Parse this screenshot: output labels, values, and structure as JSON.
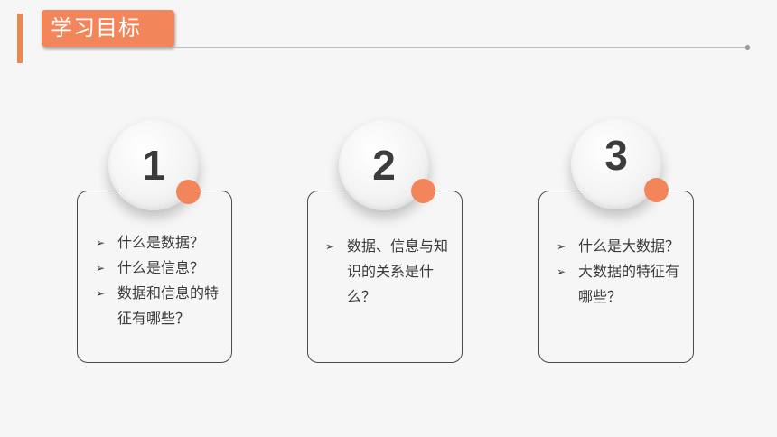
{
  "header": {
    "title": "学习目标"
  },
  "cards": [
    {
      "number": "1",
      "bullets": [
        "什么是数据？",
        "什么是信息？",
        "数据和信息的特征有哪些？"
      ]
    },
    {
      "number": "2",
      "bullets": [
        "数据、信息与知识的关系是什么？"
      ]
    },
    {
      "number": "3",
      "bullets": [
        "什么是大数据？",
        "大数据的特征有哪些？"
      ]
    }
  ],
  "colors": {
    "accent": "#f3855a",
    "text": "#3a3a3a",
    "background": "#f6f6f6"
  },
  "icons": {
    "bullet": "arrowhead-bullet-icon"
  }
}
